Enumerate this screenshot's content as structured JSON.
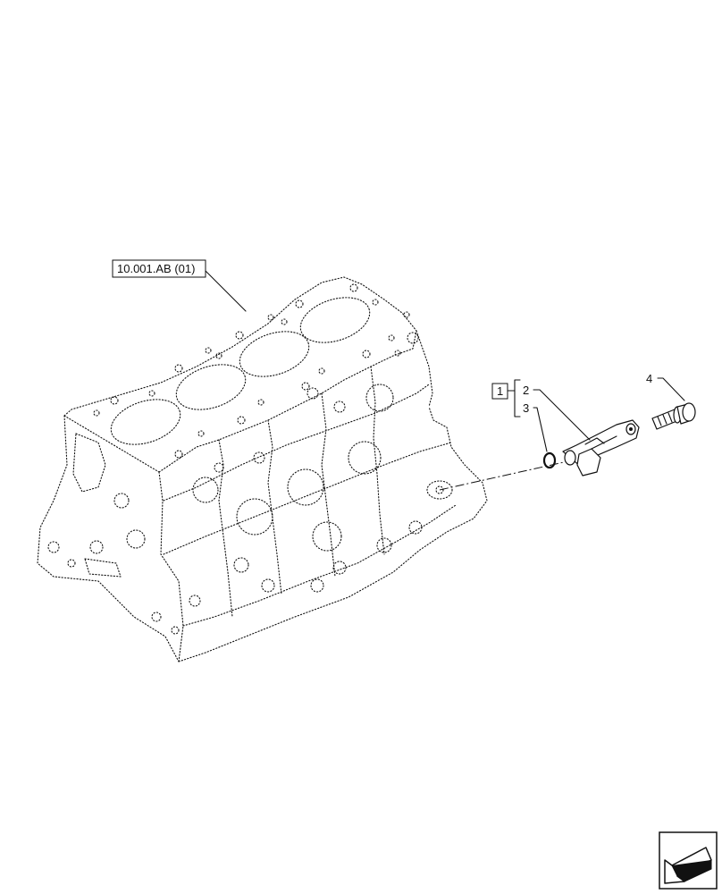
{
  "reference_label": "10.001.AB (01)",
  "group_box_label": "1",
  "callouts": {
    "item_2": "2",
    "item_3": "3",
    "item_4": "4"
  },
  "icons": {
    "navigation": "next-page-arrow-icon"
  }
}
